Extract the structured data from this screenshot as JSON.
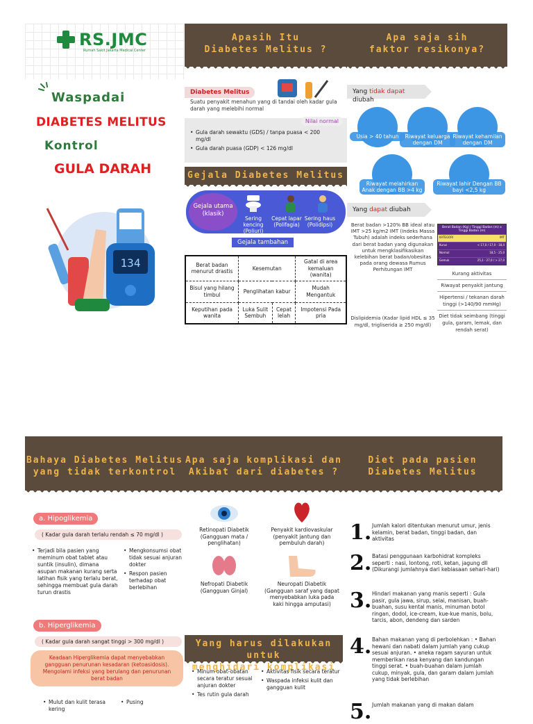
{
  "page1": {
    "logo": {
      "name": "RS.JMC",
      "subtitle": "Rumah Sakit Jakarta Medical Center"
    },
    "cover": {
      "line1": "Waspadai",
      "line2": "DIABETES MELITUS",
      "line3": "Kontrol",
      "line4": "GULA DARAH",
      "glucose_reading": "134"
    },
    "col_mid": {
      "header": [
        "Apasih Itu",
        "Diabetes Melitus ?"
      ],
      "dm_label": "Diabetes Melitus",
      "dm_definition": "Suatu penyakit menahun yang di tandai oleh kadar gula darah yang melebihi normal",
      "normal_label": "Nilai normal",
      "normal_values": [
        "Gula darah sewaktu (GDS) / tanpa puasa < 200 mg/dl",
        "Gula darah puasa (GDP) < 126 mg/dl"
      ],
      "gejala_header": "Gejala Diabetes Melitus",
      "gejala_utama": "Gejala utama (klasik)",
      "main_symptoms": [
        {
          "label": "Sering kencing (Poliuri)",
          "icon": "toilet-icon"
        },
        {
          "label": "Cepat lapar (Polifagia)",
          "icon": "hungry-person-icon"
        },
        {
          "label": "Sering haus (Polidipsi)",
          "icon": "thirsty-person-icon"
        }
      ],
      "tambahan_label": "Gejala tambahan",
      "extra_symptoms": [
        [
          "Berat badan menurut drastis",
          "Kesemutan",
          "Gatal di area kemaluan (wanita)"
        ],
        [
          "Bisul yang hilang timbul",
          "Penglihatan kabur",
          "Mudah Mengantuk"
        ],
        [
          "Keputihan pada wanita",
          "Luka Sulit Sembuh",
          "Cepat lelah",
          "Impotensi Pada pria"
        ]
      ]
    },
    "col_right": {
      "header": [
        "Apa saja sih",
        "faktor resikonya?"
      ],
      "tidak_label_pre": "Yang ",
      "tidak_label_red": "tidak dapat",
      "tidak_label_post": " diubah",
      "fixed_factors": [
        "Usia > 40 tahun",
        "Riwayat keluarga dengan DM",
        "Riwayat kehamilan dengan DM",
        "Riwayat melahirkan Anak dengan BB >4 kg",
        "Riwayat lahir Dengan BB bayi <2,5 kg"
      ],
      "dapat_label_pre": "Yang ",
      "dapat_label_red": "dapat",
      "dapat_label_post": " diubah",
      "bb_text": "Berat badan >120% BB ideal atau IMT >25 kg/m2 IMT (Indeks Massa Tubuh) adalah indeks sederhana dari berat badan yang digunakan untuk mengklasifikasikan kelebihan berat badan/obesitas pada orang dewasa Rumus Perhitungan IMT",
      "imt_title": "Berat Badan (Kg) / Tinggi Badan (m) x Tinggi Badan (m)",
      "imt_col1": "KATEGORI",
      "imt_col2": "IMT",
      "imt_rows": [
        {
          "cat": "Kurus",
          "val": "< 17,0 / 17,0 - 18,4"
        },
        {
          "cat": "Normal",
          "val": "18,5 - 25,0"
        },
        {
          "cat": "Gemuk",
          "val": "25,1 - 27,0 / > 27,0"
        }
      ],
      "dislipidemia": "Dislipidemia (Kadar lipid HDL ≤ 35 mg/dl, trigliserida ≥ 250 mg/dl)",
      "modifiable": [
        "Kurang aktivitas",
        "Riwayat penyakit jantung",
        "Hipertensi / tekanan darah tinggi (>140/90 mmHg)",
        "Diet tidak seimbang (tinggi gula, garam, lemak, dan rendah serat)"
      ]
    }
  },
  "page2": {
    "col1": {
      "header": [
        "Bahaya Diabetes Melitus",
        "yang tidak terkontrol"
      ],
      "hypo_label": "a. Hipoglikemia",
      "hypo_note": "( Kadar gula darah terlalu rendah ≤ 70 mg/dl )",
      "hypo_left": [
        "Terjadi bila pasien yang meminum obat tablet atau suntik (insulin), dimana asupan makanan kurang serta latihan fisik yang terlalu berat, sehingga membuat gula darah turun drastis"
      ],
      "hypo_right": [
        "Mengkonsumsi obat tidak sesuai anjuran dokter",
        "Respon pasien terhadap obat berlebihan"
      ],
      "hyper_label": "b. Hiperglikemia",
      "hyper_note": "( Kadar gula darah sangat tinggi > 300 mg/dl )",
      "hyper_warning": "Keadaan Hiperglikemia dapat menyebabkan gangguan penurunan kesadaran (ketoasidosis). Mengolami infeksi yang berulang dan penurunan berat badan",
      "hyper_left": [
        "Mulut dan kulit terasa kering"
      ],
      "hyper_right": [
        "Pusing"
      ]
    },
    "col2": {
      "header": [
        "Apa saja komplikasi dan",
        "Akibat dari diabetes ?"
      ],
      "complications": [
        {
          "label": "Retinopati Diabetik (Gangguan mata / penglihatan)",
          "icon": "eye-icon"
        },
        {
          "label": "Penyakit kardiovaskular (penyakit jantung dan pembuluh darah)",
          "icon": "heart-icon"
        },
        {
          "label": "Nefropati Diabetik (Gangguan Ginjal)",
          "icon": "kidney-icon"
        },
        {
          "label": "Neuropati Diabetik (Gangguan saraf yang dapat menyebabkan luka pada kaki hingga amputasi)",
          "icon": "foot-icon"
        }
      ],
      "todo_header": [
        "Yang harus dilakukan untuk",
        "menghidari komplikasi"
      ],
      "todo_left": [
        "Minum obat-obatan secara teratur sesuai anjuran dokter",
        "Tes rutin gula darah"
      ],
      "todo_right": [
        "Aktivitas fisik secara teratur",
        "Waspada infeksi kulit dan gangguan kulit"
      ]
    },
    "col3": {
      "header": [
        "Diet pada pasien",
        "Diabetes Melitus"
      ],
      "items": [
        {
          "num": "1.",
          "text": "Jumlah kalori ditentukan menurut umur, jenis kelamin, berat badan, tinggi badan, dan aktivitas"
        },
        {
          "num": "2.",
          "text": "Batasi penggunaan karbohidrat kompleks seperti : nasi, lontong, roti, ketan, jagung dll (Dikurangi jumlahnya dari kebiasaan sehari-hari)"
        },
        {
          "num": "3.",
          "text": "Hindari makanan yang manis seperti : Gula pasir, gula jawa, sirup, selai, manisan, buah-buahan, susu kental manis, minuman botol ringan, dodol, ice-cream, kue-kue manis, bolu, tarcis, abon, dendeng dan sarden"
        },
        {
          "num": "4.",
          "text": "Bahan makanan yang di perbolehkan : • Bahan hewani dan nabati dalam jumlah yang cukup sesuai anjuran. • aneka ragam sayuran untuk memberikan rasa kenyang dan kandungan tinggi serat. • buah-buahan dalam jumlah cukup, minyak, gula, dan garam dalam jumlah yang tidak berlebihan"
        },
        {
          "num": "5.",
          "text": "Jumlah makanan yang di makan dalam"
        }
      ]
    }
  }
}
